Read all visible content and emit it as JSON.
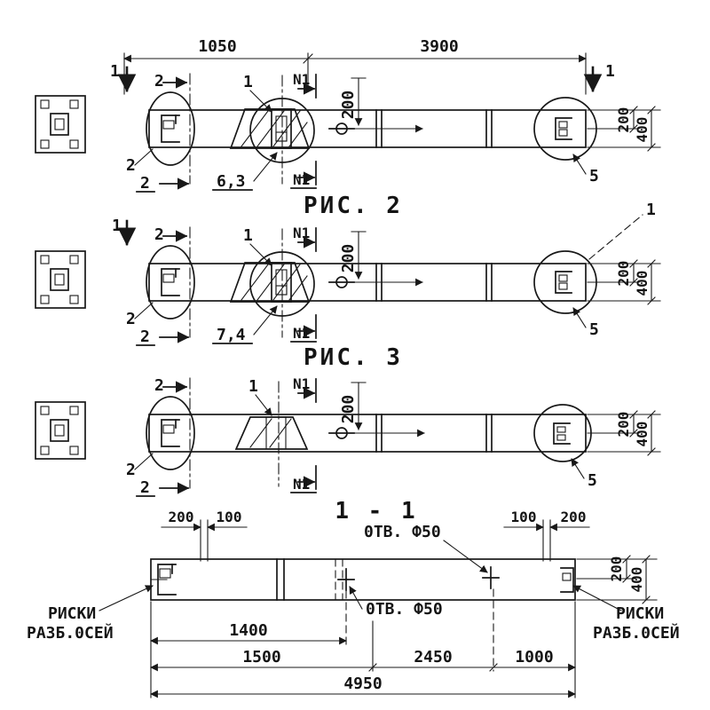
{
  "drawing": {
    "fig2_caption": "РИС. 2",
    "fig3_caption": "РИС. 3",
    "section_caption": "1 - 1"
  },
  "dims": {
    "span_left": "1050",
    "span_right": "3900",
    "axis_offset": "200",
    "height_half": "200",
    "height_full": "400",
    "cut_mark_1": "1",
    "cut_mark_2": "2",
    "plate_mark": "1",
    "n1_mark": "N1",
    "end_mark": "5",
    "weld_fig2": "6,3",
    "weld_fig3": "7,4"
  },
  "section": {
    "hole_label_top": "0ТВ. Ф50",
    "hole_label_bottom": "0ТВ. Ф50",
    "riski_line1": "РИСКИ",
    "riski_line2": "РАЗБ.0СЕЙ",
    "edge_200": "200",
    "edge_100": "100",
    "dim_1400": "1400",
    "dim_1500": "1500",
    "dim_2450": "2450",
    "dim_1000": "1000",
    "dim_4950": "4950",
    "height_half": "200",
    "height_full": "400"
  }
}
